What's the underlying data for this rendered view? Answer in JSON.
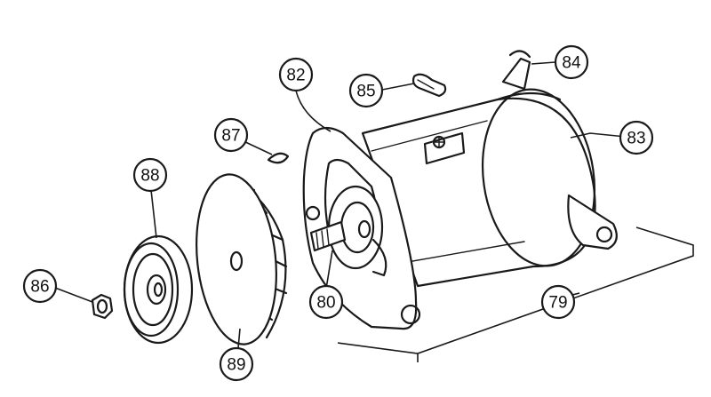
{
  "diagram": {
    "type": "exploded-parts-view",
    "colors": {
      "ink": "#1a1a1a",
      "background": "#ffffff"
    },
    "parts": [
      {
        "id": "p79",
        "label": "79"
      },
      {
        "id": "p80",
        "label": "80"
      },
      {
        "id": "p82",
        "label": "82"
      },
      {
        "id": "p83",
        "label": "83"
      },
      {
        "id": "p84",
        "label": "84"
      },
      {
        "id": "p85",
        "label": "85"
      },
      {
        "id": "p86",
        "label": "86"
      },
      {
        "id": "p87",
        "label": "87"
      },
      {
        "id": "p88",
        "label": "88"
      },
      {
        "id": "p89",
        "label": "89"
      }
    ]
  }
}
